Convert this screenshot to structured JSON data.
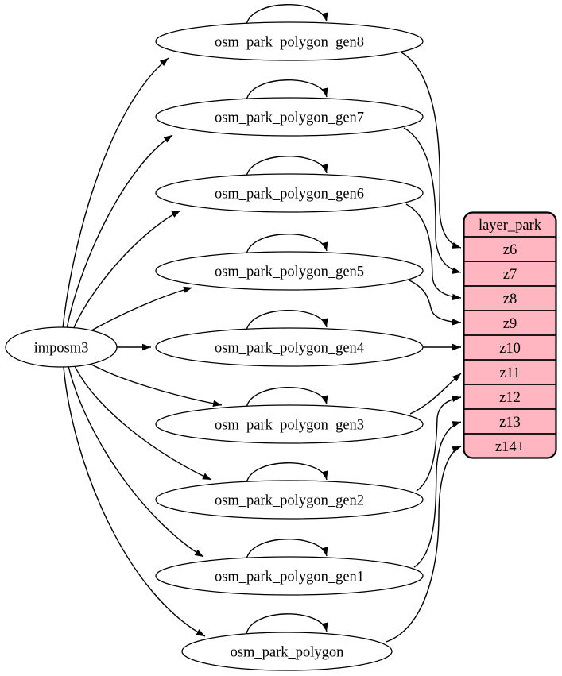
{
  "graph": {
    "colors": {
      "background": "#ffffff",
      "node_fill": "#ffffff",
      "layer_fill": "#ffb6c1",
      "stroke": "#000000"
    },
    "source": {
      "label": "imposm3"
    },
    "tables": [
      {
        "label": "osm_park_polygon_gen8"
      },
      {
        "label": "osm_park_polygon_gen7"
      },
      {
        "label": "osm_park_polygon_gen6"
      },
      {
        "label": "osm_park_polygon_gen5"
      },
      {
        "label": "osm_park_polygon_gen4"
      },
      {
        "label": "osm_park_polygon_gen3"
      },
      {
        "label": "osm_park_polygon_gen2"
      },
      {
        "label": "osm_park_polygon_gen1"
      },
      {
        "label": "osm_park_polygon"
      }
    ],
    "layer": {
      "title": "layer_park",
      "rows": [
        "z6",
        "z7",
        "z8",
        "z9",
        "z10",
        "z11",
        "z12",
        "z13",
        "z14+"
      ]
    },
    "edges": [
      {
        "from": "imposm3",
        "to": "osm_park_polygon_gen8"
      },
      {
        "from": "imposm3",
        "to": "osm_park_polygon_gen7"
      },
      {
        "from": "imposm3",
        "to": "osm_park_polygon_gen6"
      },
      {
        "from": "imposm3",
        "to": "osm_park_polygon_gen5"
      },
      {
        "from": "imposm3",
        "to": "osm_park_polygon_gen4"
      },
      {
        "from": "imposm3",
        "to": "osm_park_polygon_gen3"
      },
      {
        "from": "imposm3",
        "to": "osm_park_polygon_gen2"
      },
      {
        "from": "imposm3",
        "to": "osm_park_polygon_gen1"
      },
      {
        "from": "imposm3",
        "to": "osm_park_polygon"
      },
      {
        "from": "osm_park_polygon_gen8",
        "to": "osm_park_polygon_gen8",
        "type": "self-loop"
      },
      {
        "from": "osm_park_polygon_gen7",
        "to": "osm_park_polygon_gen7",
        "type": "self-loop"
      },
      {
        "from": "osm_park_polygon_gen6",
        "to": "osm_park_polygon_gen6",
        "type": "self-loop"
      },
      {
        "from": "osm_park_polygon_gen5",
        "to": "osm_park_polygon_gen5",
        "type": "self-loop"
      },
      {
        "from": "osm_park_polygon_gen4",
        "to": "osm_park_polygon_gen4",
        "type": "self-loop"
      },
      {
        "from": "osm_park_polygon_gen3",
        "to": "osm_park_polygon_gen3",
        "type": "self-loop"
      },
      {
        "from": "osm_park_polygon_gen2",
        "to": "osm_park_polygon_gen2",
        "type": "self-loop"
      },
      {
        "from": "osm_park_polygon_gen1",
        "to": "osm_park_polygon_gen1",
        "type": "self-loop"
      },
      {
        "from": "osm_park_polygon",
        "to": "osm_park_polygon",
        "type": "self-loop"
      },
      {
        "from": "osm_park_polygon_gen8",
        "to": "layer_park.z6"
      },
      {
        "from": "osm_park_polygon_gen7",
        "to": "layer_park.z7"
      },
      {
        "from": "osm_park_polygon_gen6",
        "to": "layer_park.z8"
      },
      {
        "from": "osm_park_polygon_gen5",
        "to": "layer_park.z9"
      },
      {
        "from": "osm_park_polygon_gen4",
        "to": "layer_park.z10"
      },
      {
        "from": "osm_park_polygon_gen3",
        "to": "layer_park.z11"
      },
      {
        "from": "osm_park_polygon_gen2",
        "to": "layer_park.z12"
      },
      {
        "from": "osm_park_polygon_gen1",
        "to": "layer_park.z13"
      },
      {
        "from": "osm_park_polygon",
        "to": "layer_park.z14+"
      }
    ]
  }
}
